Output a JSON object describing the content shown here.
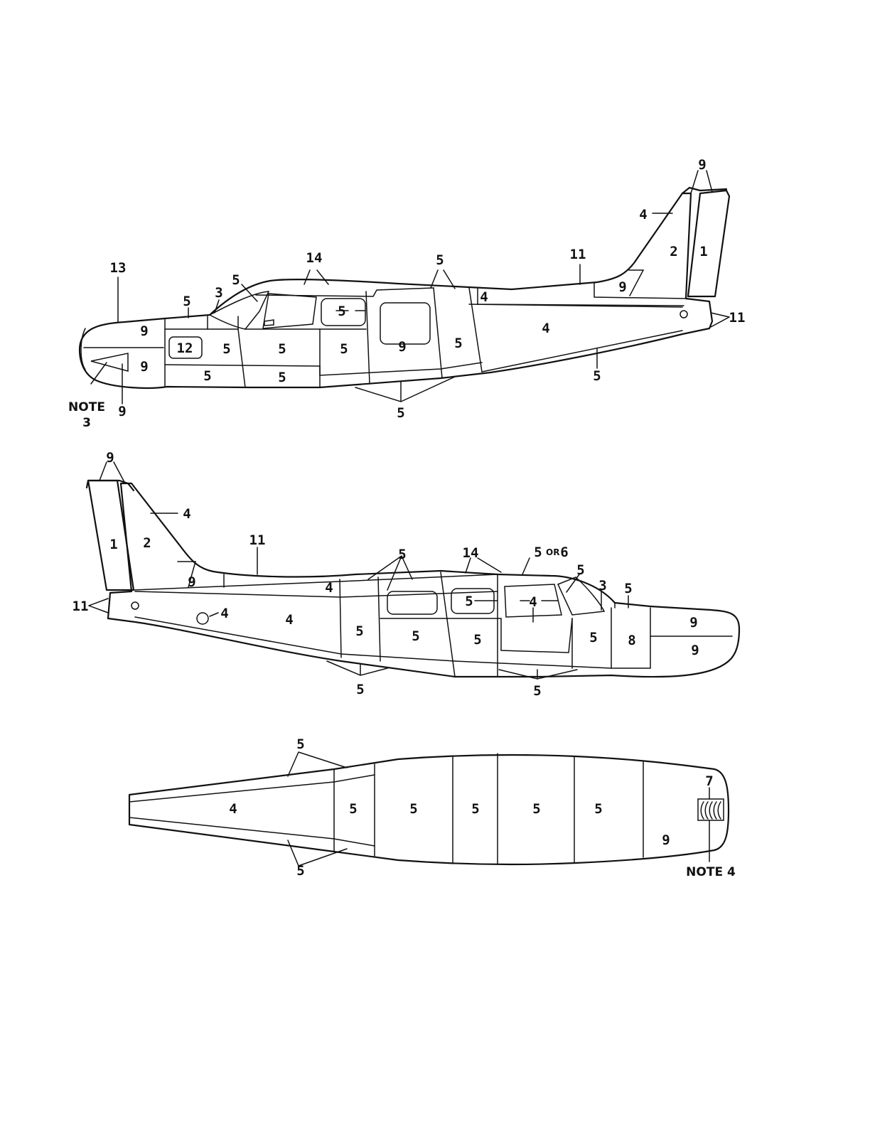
{
  "views": {
    "left_side": {
      "labels": [
        "13",
        "9",
        "9",
        "12",
        "5",
        "5",
        "5",
        "5",
        "5",
        "5",
        "3",
        "5",
        "14",
        "5",
        "9",
        "5",
        "4",
        "4",
        "5",
        "11",
        "9",
        "4",
        "2",
        "1",
        "9",
        "11",
        "5",
        "9"
      ],
      "note": {
        "line1": "NOTE",
        "line2": "3"
      }
    },
    "right_side": {
      "labels": [
        "9",
        "1",
        "2",
        "4",
        "9",
        "11",
        "11",
        "4",
        "4",
        "4",
        "5",
        "5",
        "5",
        "5",
        "5",
        "14",
        "5",
        "OR",
        "6",
        "5",
        "4",
        "3",
        "5",
        "5",
        "8",
        "9",
        "9",
        "5",
        "5"
      ]
    },
    "bottom": {
      "labels": [
        "5",
        "4",
        "5",
        "5",
        "5",
        "5",
        "5",
        "7",
        "9",
        "5"
      ],
      "note": "NOTE 4"
    }
  }
}
